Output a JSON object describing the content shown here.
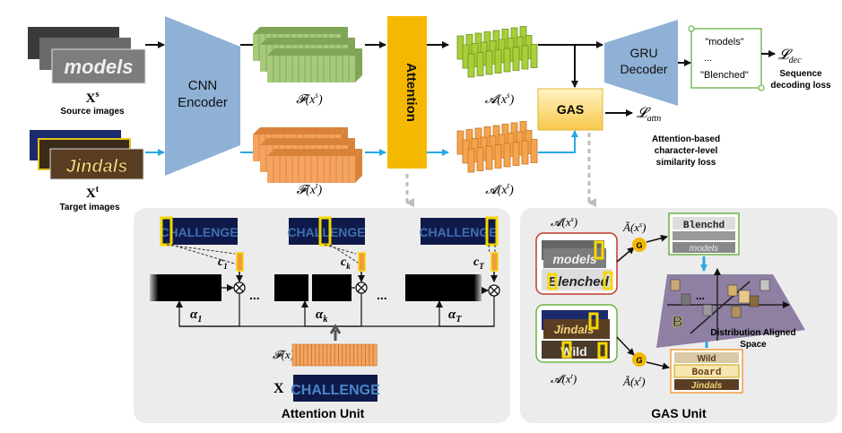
{
  "top": {
    "source_symbol": "X",
    "source_sup": "s",
    "source_caption": "Source images",
    "source_word": "models",
    "target_symbol": "X",
    "target_sup": "t",
    "target_caption": "Target images",
    "target_word": "Jindals",
    "encoder_label": "CNN\nEncoder",
    "feat_source_label": "𝓕(x",
    "feat_source_sup": "s",
    "feat_target_label": "𝓕(x",
    "feat_target_sup": "t",
    "attention_label": "Attention",
    "attn_source_label": "𝓐(x",
    "attn_source_sup": "s",
    "attn_target_label": "𝓐(x",
    "attn_target_sup": "t",
    "gas_label": "GAS",
    "decoder_label": "GRU\nDecoder",
    "output_1": "\"models\"",
    "output_dots": "...",
    "output_2": "\"Blenched\"",
    "loss_dec": "𝓛",
    "loss_dec_sub": "dec",
    "loss_dec_caption": "Sequence\ndecoding loss",
    "loss_attn": "𝓛",
    "loss_attn_sub": "attn",
    "loss_attn_caption": "Attention-based\ncharacter-level\nsimilarity loss"
  },
  "attention_unit": {
    "title": "Attention Unit",
    "word": "CHALLENGE",
    "c1": "c",
    "c1_sub": "1",
    "ck": "c",
    "ck_sub": "k",
    "cT": "c",
    "cT_sub": "T",
    "alpha1": "α",
    "alpha1_sub": "1",
    "alphak": "α",
    "alphak_sub": "k",
    "alphaT": "α",
    "alphaT_sub": "T",
    "dots": "...",
    "feat_label": "𝓕(x)",
    "x_label": "X"
  },
  "gas_unit": {
    "title": "GAS Unit",
    "attn_s": "𝓐(x",
    "attn_s_sup": "s",
    "attn_t": "𝓐(x",
    "attn_t_sup": "t",
    "tilde_s": "Ã(x",
    "tilde_s_sup": "s",
    "tilde_t": "Ã(x",
    "tilde_t_sup": "t",
    "g_label": "G",
    "words_s": [
      "models",
      "Blenched"
    ],
    "words_s_out": [
      "Blenchd",
      "models"
    ],
    "words_t": [
      "Jindals",
      "Wild"
    ],
    "words_t_out": [
      "Wild",
      "Board",
      "Jindals"
    ],
    "space_label": "Distribution Aligned\nSpace",
    "space_dots": "...",
    "b_label": "B"
  },
  "colors": {
    "encoder": "#8fb1d6",
    "source_feat": "#a6c97a",
    "target_feat": "#f4a460",
    "attention": "#f5b800",
    "decoder": "#8fb1d6",
    "arrow_blue": "#29a8e0",
    "panel": "#ececec",
    "space": "#8e7fa3"
  }
}
